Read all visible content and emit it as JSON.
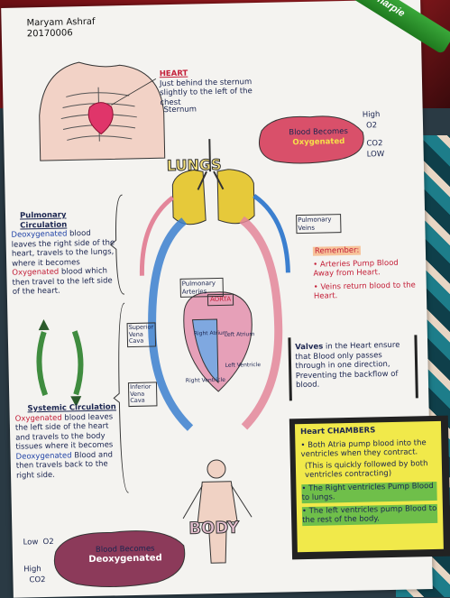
{
  "author": {
    "name": "Maryam Ashraf",
    "id": "20170006"
  },
  "heart_label": {
    "title": "HEART",
    "desc": "Just behind the sternum slightly to the left of the chest",
    "sternum": "Sternum"
  },
  "oxy_cloud": {
    "line1": "Blood Becomes",
    "line2": "Oxygenated",
    "high": "High",
    "o2": "O2",
    "co2": "CO2",
    "low": "LOW"
  },
  "deoxy_cloud": {
    "line1": "Blood Becomes",
    "line2": "Deoxygenated",
    "low": "Low",
    "o2": "O2",
    "high": "High",
    "co2": "CO2"
  },
  "lungs": "LUNGS",
  "body": "BODY",
  "pulmonary": {
    "title": "Pulmonary Circulation",
    "text_1": "Deoxygenated",
    "text_2": "blood leaves the right side of the heart, travels to the lungs, where it becomes",
    "text_3": "Oxygenated",
    "text_4": "blood which then travel to the left side of the heart."
  },
  "systemic": {
    "title": "Systemic Circulation",
    "text_1": "Oxygenated",
    "text_2": "blood leaves the left side of the heart and travels to the body tissues where it becomes",
    "text_3": "Deoxygenated",
    "text_4": "Blood and then travels back to the right side."
  },
  "labels": {
    "pulmonary_veins": "Pulmonary Veins",
    "pulmonary_arteries": "Pulmonary Arteries",
    "aorta": "AORTA",
    "superior_vena_cava": "Superior Vena Cava",
    "inferior_vena_cava": "Inferior Vena Cava",
    "right_atrium": "Right Atrium",
    "left_atrium": "Left Atrium",
    "right_ventricle": "Right Ventricle",
    "left_ventricle": "Left Ventricle"
  },
  "remember": {
    "title": "Remember:",
    "item1": "• Arteries Pump Blood Away from Heart.",
    "item2": "• Veins return blood to the Heart."
  },
  "valves": {
    "bold": "Valves",
    "text": "in the Heart ensure that Blood only passes through in one direction, Preventing the backflow of blood."
  },
  "chambers": {
    "title": "Heart CHAMBERS",
    "item1": "• Both Atria pump blood into the ventricles when they contract.",
    "item2": "(This is quickly followed by both ventricles contracting)",
    "item3": "• The Right ventricles Pump Blood to lungs.",
    "item4": "• The left ventricles pump Blood to the rest of the body."
  },
  "marker_brand": "Sharpie",
  "colors": {
    "oxygenated": "#c4213a",
    "deoxygenated": "#2446a8",
    "lungs": "#e6c93a",
    "cloud": "#d9506a",
    "note": "#f1e94a"
  }
}
